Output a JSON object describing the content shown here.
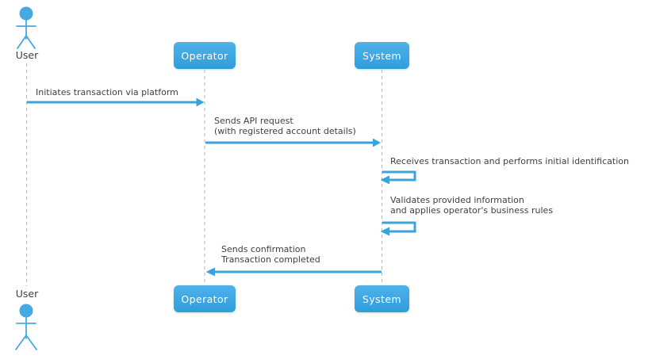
{
  "diagram_type": "uml-sequence-diagram",
  "participants": {
    "user": {
      "label": "User",
      "kind": "actor"
    },
    "operator": {
      "label": "Operator",
      "kind": "box"
    },
    "system": {
      "label": "System",
      "kind": "box"
    }
  },
  "messages": [
    {
      "from": "user",
      "to": "operator",
      "lines": [
        "Initiates transaction via platform"
      ]
    },
    {
      "from": "operator",
      "to": "system",
      "lines": [
        "Sends API request",
        "(with registered account details)"
      ]
    },
    {
      "from": "system",
      "to": "system",
      "lines": [
        "Receives transaction and performs initial identification"
      ]
    },
    {
      "from": "system",
      "to": "system",
      "lines": [
        "Validates provided information",
        "and applies operator's business rules"
      ]
    },
    {
      "from": "system",
      "to": "operator",
      "lines": [
        "Sends confirmation",
        "Transaction completed"
      ]
    }
  ],
  "colors": {
    "accent": "#3BA3DC",
    "boxTop": "#4FB1EA",
    "boxBottom": "#2F9EDC",
    "lifeline": "#b6b6b6",
    "text": "#404040",
    "actor": "#45A9E2",
    "background": "#ffffff"
  }
}
